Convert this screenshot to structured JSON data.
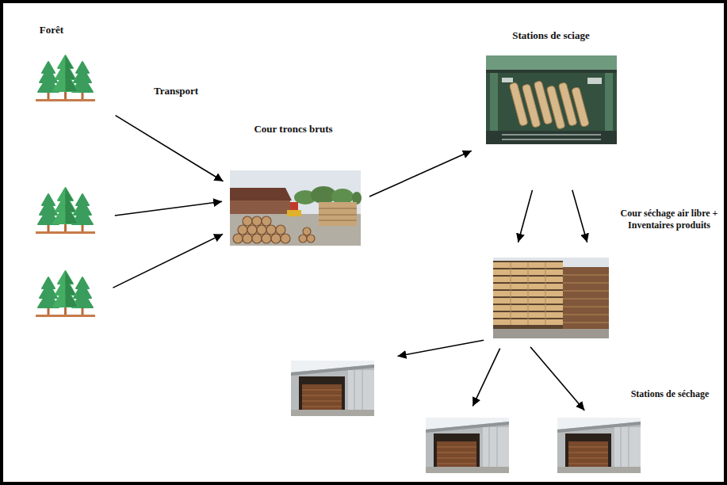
{
  "diagram": {
    "nodes": [
      {
        "text": [
          "Forêt"
        ]
      },
      {
        "text": []
      },
      {
        "text": []
      },
      {
        "text": [
          "Cour troncs bruts"
        ]
      },
      {
        "text": [
          "Stations de sciage"
        ]
      },
      {
        "text": [
          "Cour séchage air libre + Inventaires produits"
        ]
      },
      {
        "text": []
      },
      {
        "text": []
      },
      {
        "text": [
          "Stations de séchage"
        ]
      }
    ],
    "edges": [
      {
        "from": 0,
        "to": 3,
        "arrow": "to"
      },
      {
        "from": 1,
        "to": 3,
        "arrow": "to"
      },
      {
        "from": 2,
        "to": 3,
        "arrow": "to"
      },
      {
        "from": 3,
        "to": 4,
        "arrow": "to"
      },
      {
        "from": 4,
        "to": 5,
        "arrow": "to"
      },
      {
        "from": 4,
        "to": 5,
        "arrow": "to"
      },
      {
        "from": 5,
        "to": 6,
        "arrow": "to"
      },
      {
        "from": 5,
        "to": 7,
        "arrow": "to"
      },
      {
        "from": 5,
        "to": 8,
        "arrow": "to"
      }
    ],
    "labels": [
      "Transport"
    ]
  }
}
